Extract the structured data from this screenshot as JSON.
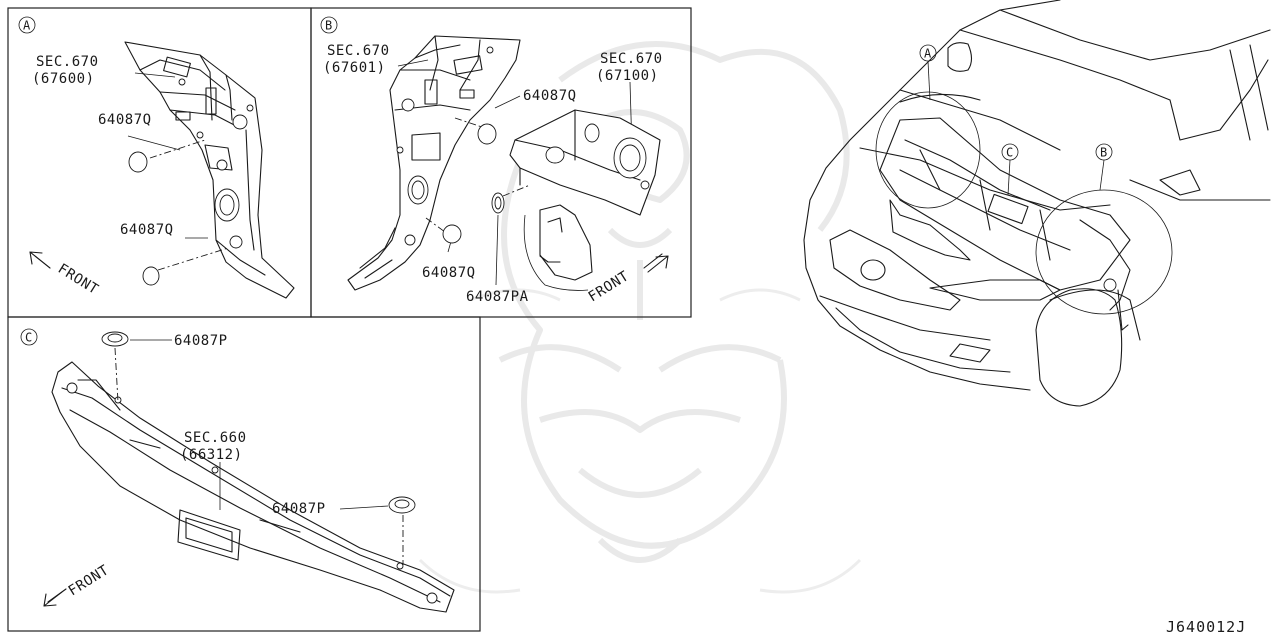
{
  "panels": {
    "a": {
      "marker": "A",
      "callouts": [
        {
          "text": "SEC.670"
        },
        {
          "text": "(67600)"
        },
        {
          "text": "64087Q"
        },
        {
          "text": "64087Q"
        },
        {
          "text": "FRONT"
        }
      ]
    },
    "b": {
      "marker": "B",
      "callouts": [
        {
          "text": "SEC.670"
        },
        {
          "text": "(67601)"
        },
        {
          "text": "64087Q"
        },
        {
          "text": "SEC.670"
        },
        {
          "text": "(67100)"
        },
        {
          "text": "64087Q"
        },
        {
          "text": "64087PA"
        },
        {
          "text": "FRONT"
        }
      ]
    },
    "c": {
      "marker": "C",
      "callouts": [
        {
          "text": "64087P"
        },
        {
          "text": "SEC.660"
        },
        {
          "text": "(66312)"
        },
        {
          "text": "64087P"
        },
        {
          "text": "FRONT"
        }
      ]
    }
  },
  "overview": {
    "markers": [
      "A",
      "C",
      "B"
    ]
  },
  "diagram_code": "J640012J"
}
